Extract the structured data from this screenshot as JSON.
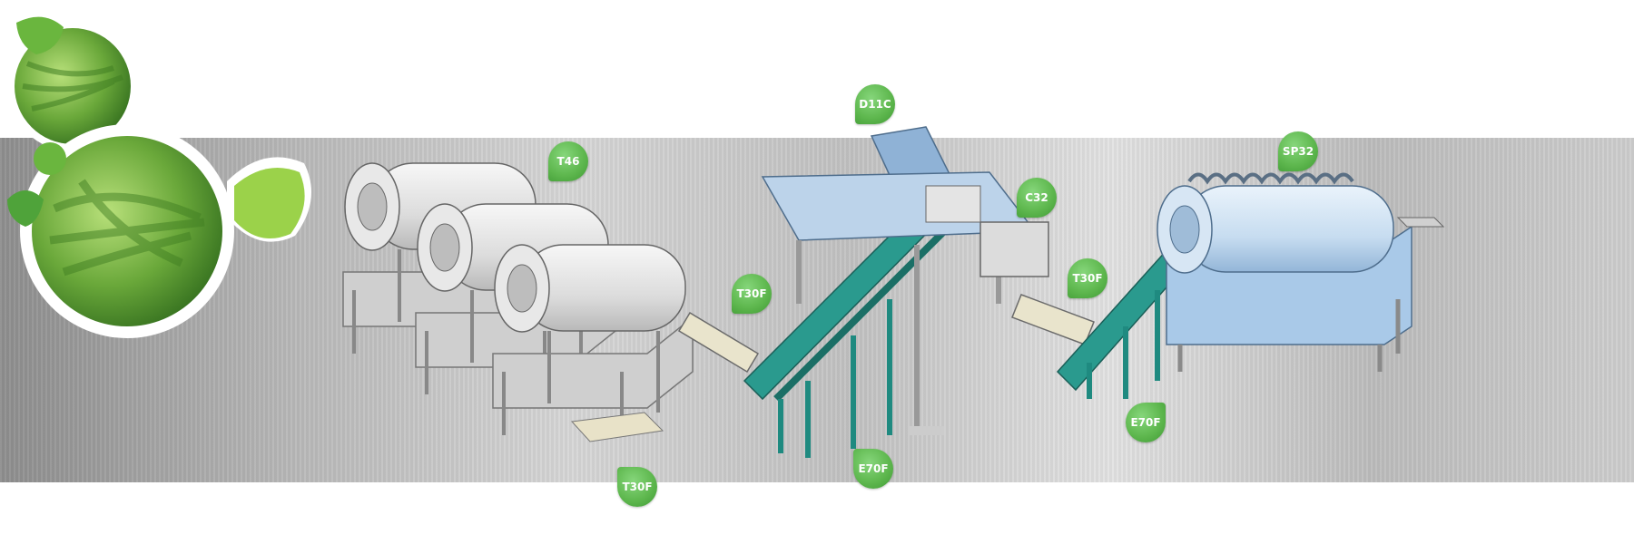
{
  "labels": {
    "t46": "T46",
    "t30f_bottom": "T30F",
    "t30f_mid": "T30F",
    "e70f_mid": "E70F",
    "d11c": "D11C",
    "c32": "C32",
    "t30f_right": "T30F",
    "e70f_right": "E70F",
    "sp32": "SP32"
  },
  "colors": {
    "accent_green": "#5fb84f",
    "conveyor_teal": "#1f8a80",
    "washer_blue": "#a9c9e8",
    "machine_grey": "#d9d9d9"
  }
}
